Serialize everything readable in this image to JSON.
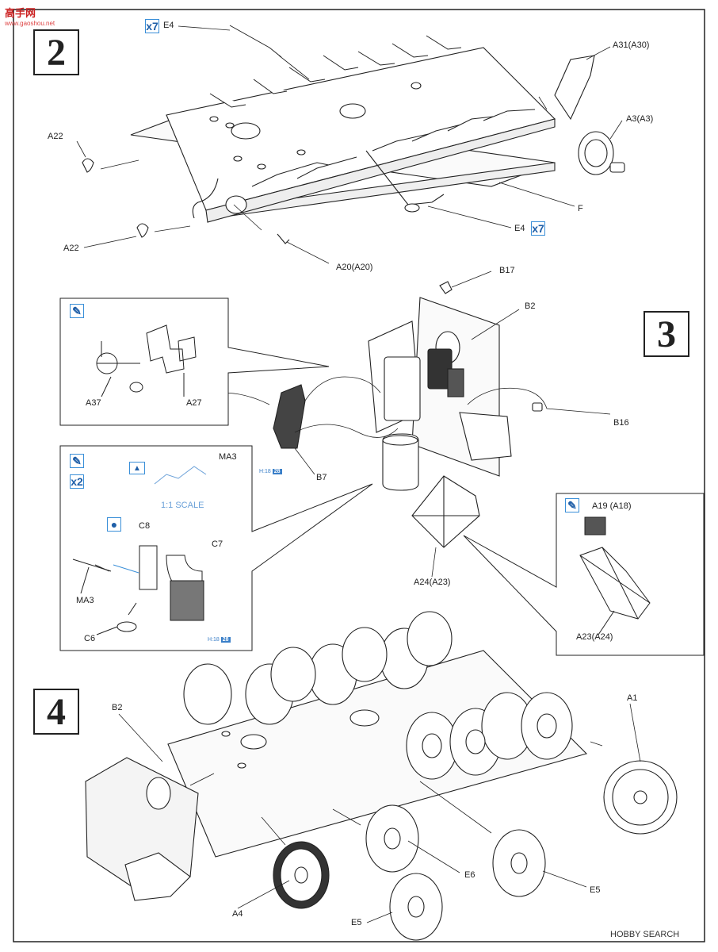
{
  "watermark": {
    "title": "高手网",
    "url": "www.gaoshou.net"
  },
  "footer_watermark": "HOBBY SEARCH",
  "steps": {
    "step2": "2",
    "step3": "3",
    "step4": "4"
  },
  "badges": {
    "x7": "x7",
    "x2": "x2"
  },
  "scale_note": "1:1 SCALE",
  "paint_refs": {
    "h_prefix": "H:18",
    "h_num": "28"
  },
  "parts": {
    "A31": "A31(A30)",
    "A3": "A3(A3)",
    "A22": "A22",
    "E4": "E4",
    "F": "F",
    "A20": "A20(A20)",
    "B17": "B17",
    "B2": "B2",
    "A37": "A37",
    "A27": "A27",
    "B16": "B16",
    "B7": "B7",
    "MA3": "MA3",
    "C8": "C8",
    "C7": "C7",
    "C6": "C6",
    "A19": "A19 (A18)",
    "A24": "A24(A23)",
    "A23": "A23(A24)",
    "A1": "A1",
    "A4": "A4",
    "E6": "E6",
    "E5": "E5"
  },
  "colors": {
    "line": "#222222",
    "accent": "#3a8fd8",
    "step_border": "#222222"
  }
}
